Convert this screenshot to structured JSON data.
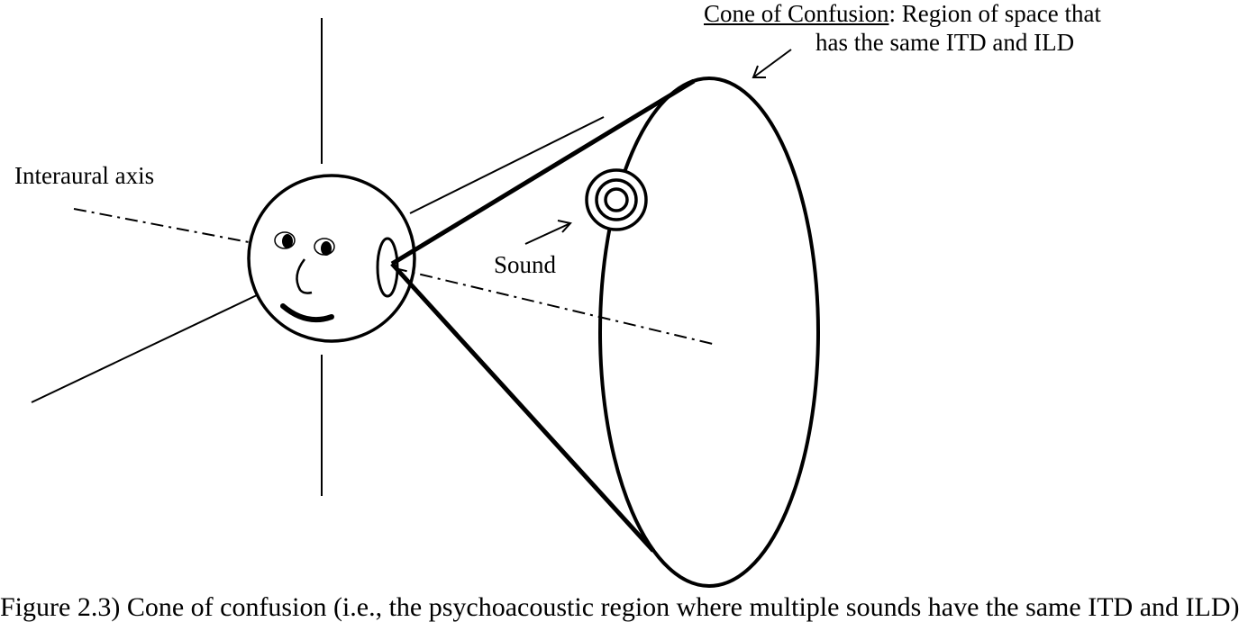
{
  "labels": {
    "interaural_axis": "Interaural axis",
    "sound": "Sound",
    "cone_term": "Cone of Confusion",
    "cone_definition_line1": ": Region of space that",
    "cone_definition_line2": "has the same ITD and ILD"
  },
  "caption": "Figure 2.3) Cone of confusion (i.e., the psychoacoustic region where multiple sounds have the same ITD and ILD)",
  "colors": {
    "ink": "#000000",
    "background": "#ffffff"
  }
}
